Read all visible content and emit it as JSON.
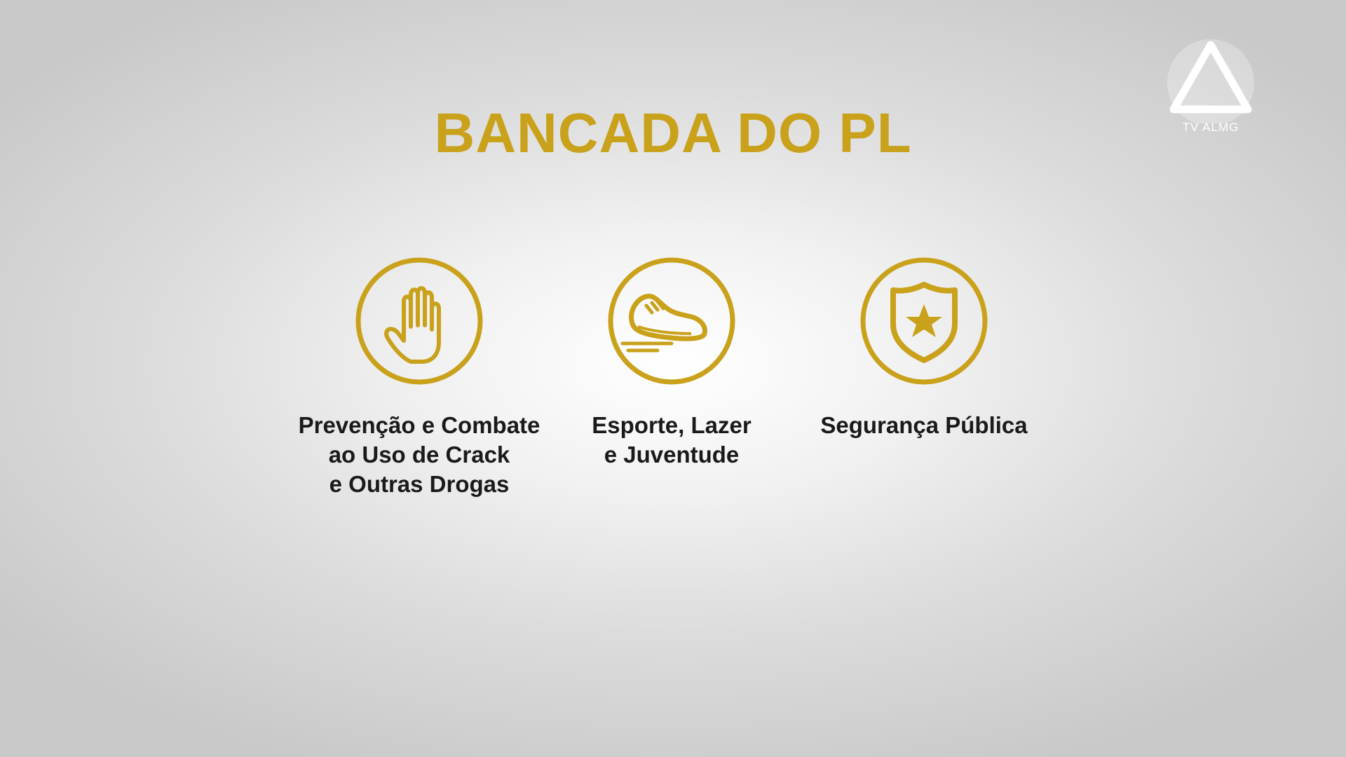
{
  "title": "BANCADA DO PL",
  "logo": {
    "label": "TV ALMG",
    "icon": "almg-triangle-logo"
  },
  "colors": {
    "accent": "#c9a11a",
    "text": "#1a1a1a",
    "logo": "#ffffff"
  },
  "topics": [
    {
      "icon": "hand-stop-icon",
      "lines": [
        "Prevenção e Combate",
        "ao Uso de Crack",
        "e Outras Drogas"
      ]
    },
    {
      "icon": "running-shoe-icon",
      "lines": [
        "Esporte, Lazer",
        "e Juventude"
      ]
    },
    {
      "icon": "police-badge-star-icon",
      "lines": [
        "Segurança Pública"
      ]
    }
  ]
}
